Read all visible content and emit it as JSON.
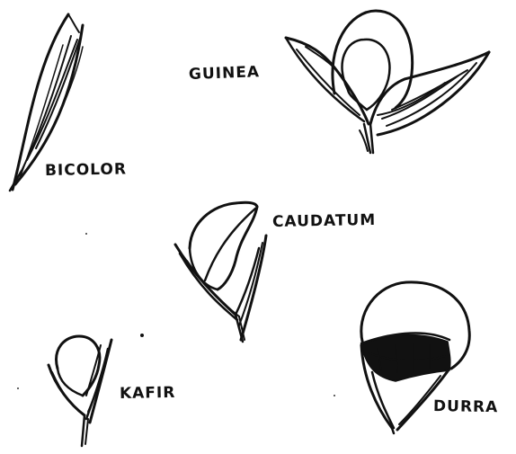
{
  "diagram": {
    "labels": {
      "guinea": "GUINEA",
      "bicolor": "BICOLOR",
      "caudatum": "CAUDATUM",
      "kafir": "KAFIR",
      "durra": "DURRA"
    },
    "ink_color": "#111111",
    "background_color": "#ffffff"
  }
}
